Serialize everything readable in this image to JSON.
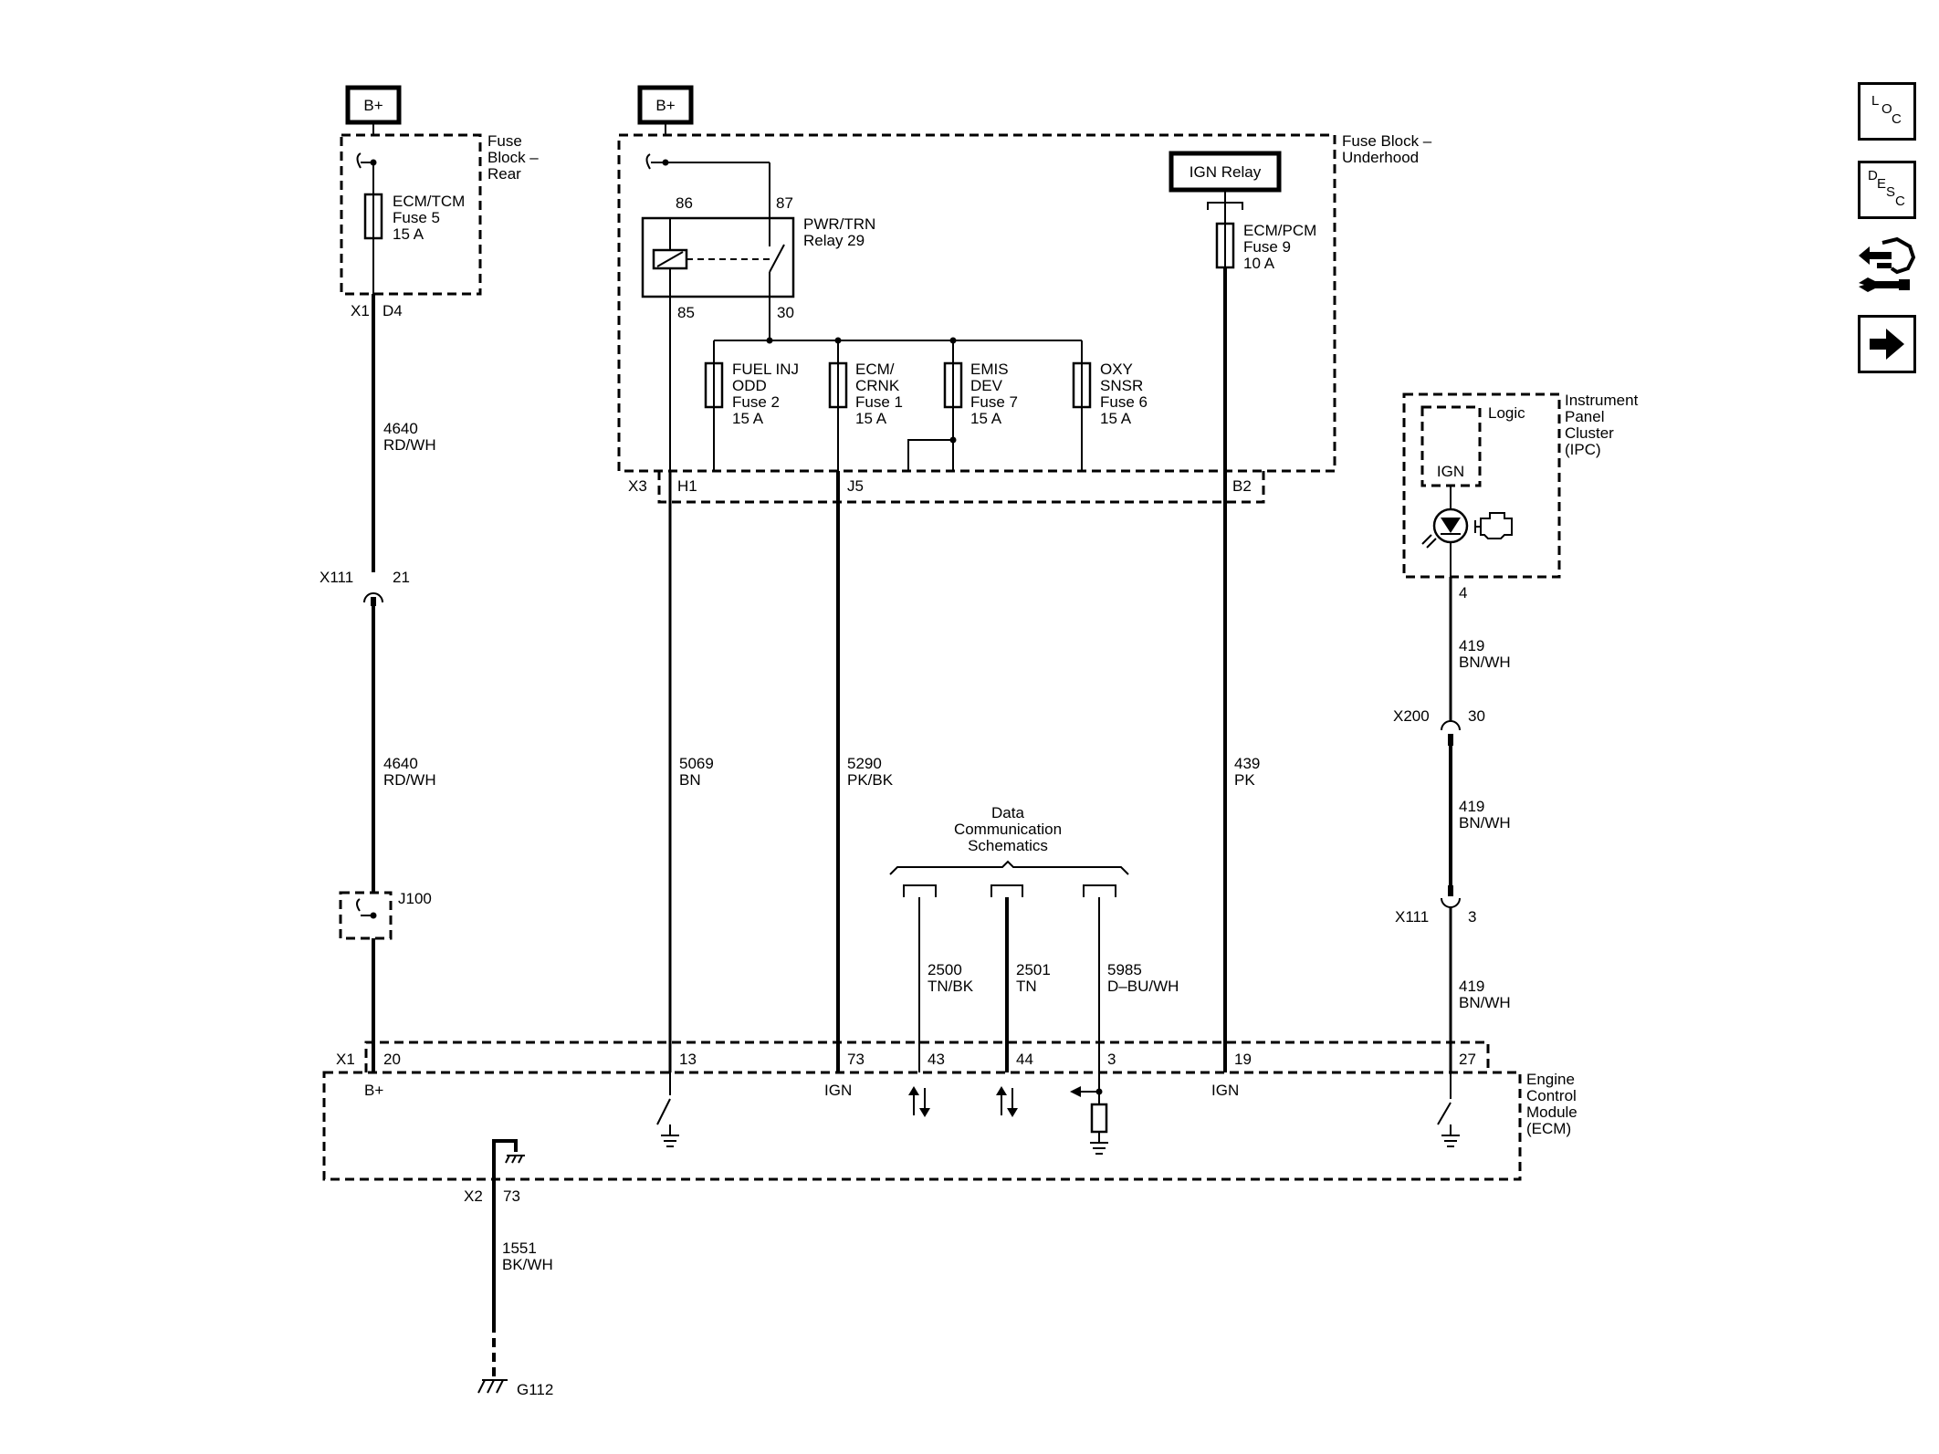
{
  "sources": {
    "bplus_left": "B+",
    "bplus_right": "B+"
  },
  "fuse_block_rear": {
    "label_1": "Fuse",
    "label_2": "Block –",
    "label_3": "Rear",
    "fuse_name": "ECM/TCM",
    "fuse_num": "Fuse 5",
    "fuse_amp": "15 A",
    "conn": "X1",
    "pin": "D4"
  },
  "fuse_block_underhood": {
    "label_1": "Fuse Block –",
    "label_2": "Underhood",
    "relay_pin_86": "86",
    "relay_pin_87": "87",
    "relay_pin_85": "85",
    "relay_pin_30": "30",
    "relay_name": "PWR/TRN",
    "relay_num": "Relay 29",
    "fuse2_l1": "FUEL INJ",
    "fuse2_l2": "ODD",
    "fuse2_l3": "Fuse 2",
    "fuse2_l4": "15 A",
    "fuse1_l1": "ECM/",
    "fuse1_l2": "CRNK",
    "fuse1_l3": "Fuse 1",
    "fuse1_l4": "15 A",
    "fuse7_l1": "EMIS",
    "fuse7_l2": "DEV",
    "fuse7_l3": "Fuse 7",
    "fuse7_l4": "15 A",
    "fuse6_l1": "OXY",
    "fuse6_l2": "SNSR",
    "fuse6_l3": "Fuse 6",
    "fuse6_l4": "15 A",
    "ign_relay": "IGN Relay",
    "fuse9_l1": "ECM/PCM",
    "fuse9_l2": "Fuse 9",
    "fuse9_l3": "10 A",
    "conn": "X3",
    "pin_h1": "H1",
    "pin_j5": "J5",
    "pin_b2": "B2"
  },
  "wires": {
    "w4640_a_num": "4640",
    "w4640_a_col": "RD/WH",
    "w4640_b_num": "4640",
    "w4640_b_col": "RD/WH",
    "w5069_num": "5069",
    "w5069_col": "BN",
    "w5290_num": "5290",
    "w5290_col": "PK/BK",
    "w439_num": "439",
    "w439_col": "PK",
    "w2500_num": "2500",
    "w2500_col": "TN/BK",
    "w2501_num": "2501",
    "w2501_col": "TN",
    "w5985_num": "5985",
    "w5985_col": "D–BU/WH",
    "w419_a_num": "419",
    "w419_a_col": "BN/WH",
    "w419_b_num": "419",
    "w419_b_col": "BN/WH",
    "w419_c_num": "419",
    "w419_c_col": "BN/WH",
    "w1551_num": "1551",
    "w1551_col": "BK/WH"
  },
  "inline_connectors": {
    "x111_left": "X111",
    "x111_left_pin": "21",
    "j100": "J100",
    "x200": "X200",
    "x200_pin": "30",
    "x111_right": "X111",
    "x111_right_pin": "3"
  },
  "ipc": {
    "label_1": "Instrument",
    "label_2": "Panel",
    "label_3": "Cluster",
    "label_4": "(IPC)",
    "logic": "Logic",
    "ign": "IGN",
    "pin": "4"
  },
  "data_comm": {
    "l1": "Data",
    "l2": "Communication",
    "l3": "Schematics"
  },
  "ecm": {
    "label_1": "Engine",
    "label_2": "Control",
    "label_3": "Module",
    "label_4": "(ECM)",
    "conn_x1": "X1",
    "pin_20": "20",
    "pin_13": "13",
    "pin_73": "73",
    "pin_43": "43",
    "pin_44": "44",
    "pin_3": "3",
    "pin_19": "19",
    "pin_27": "27",
    "bplus": "B+",
    "ign_1": "IGN",
    "ign_2": "IGN",
    "conn_x2": "X2",
    "x2_pin": "73"
  },
  "ground": {
    "g112": "G112"
  },
  "nav": {
    "loc_1": "L",
    "loc_2": "O",
    "loc_3": "C",
    "desc_1": "D",
    "desc_2": "E",
    "desc_3": "S",
    "desc_4": "C"
  }
}
